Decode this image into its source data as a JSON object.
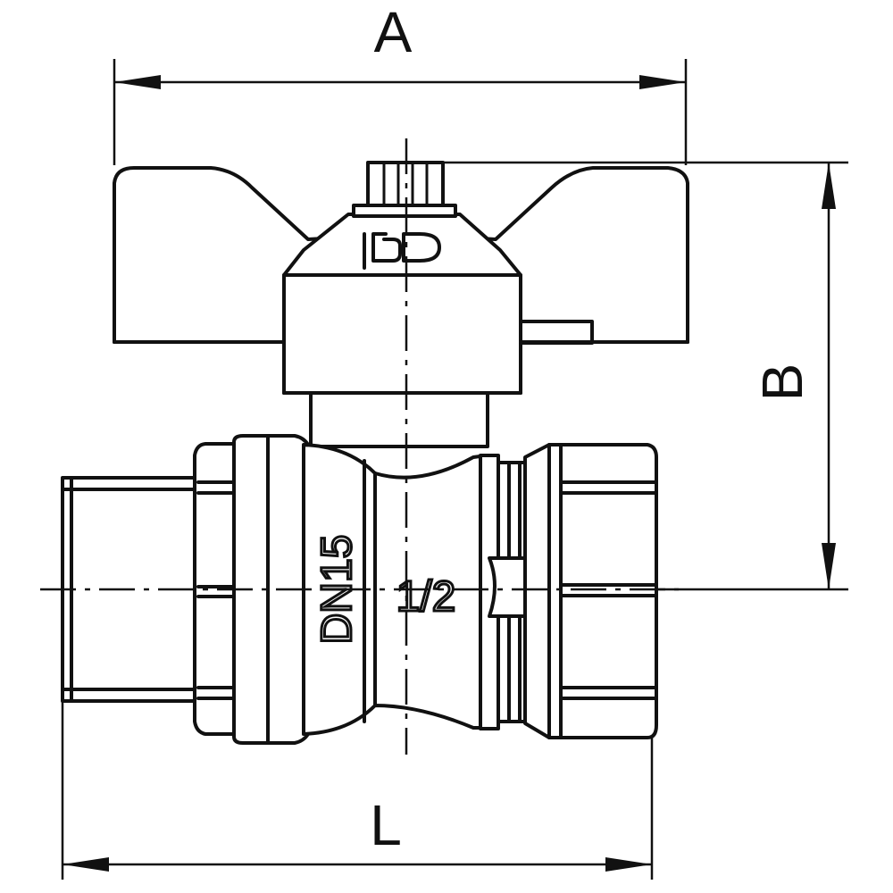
{
  "dimensions": {
    "A": "A",
    "B": "B",
    "L": "L"
  },
  "body_markings": {
    "nominal_diameter": "DN15",
    "thread_size": "1/2"
  },
  "logo": {
    "text": "ŁD",
    "icon": "logo-icon"
  },
  "colors": {
    "line": "#111111",
    "background": "#ffffff"
  }
}
